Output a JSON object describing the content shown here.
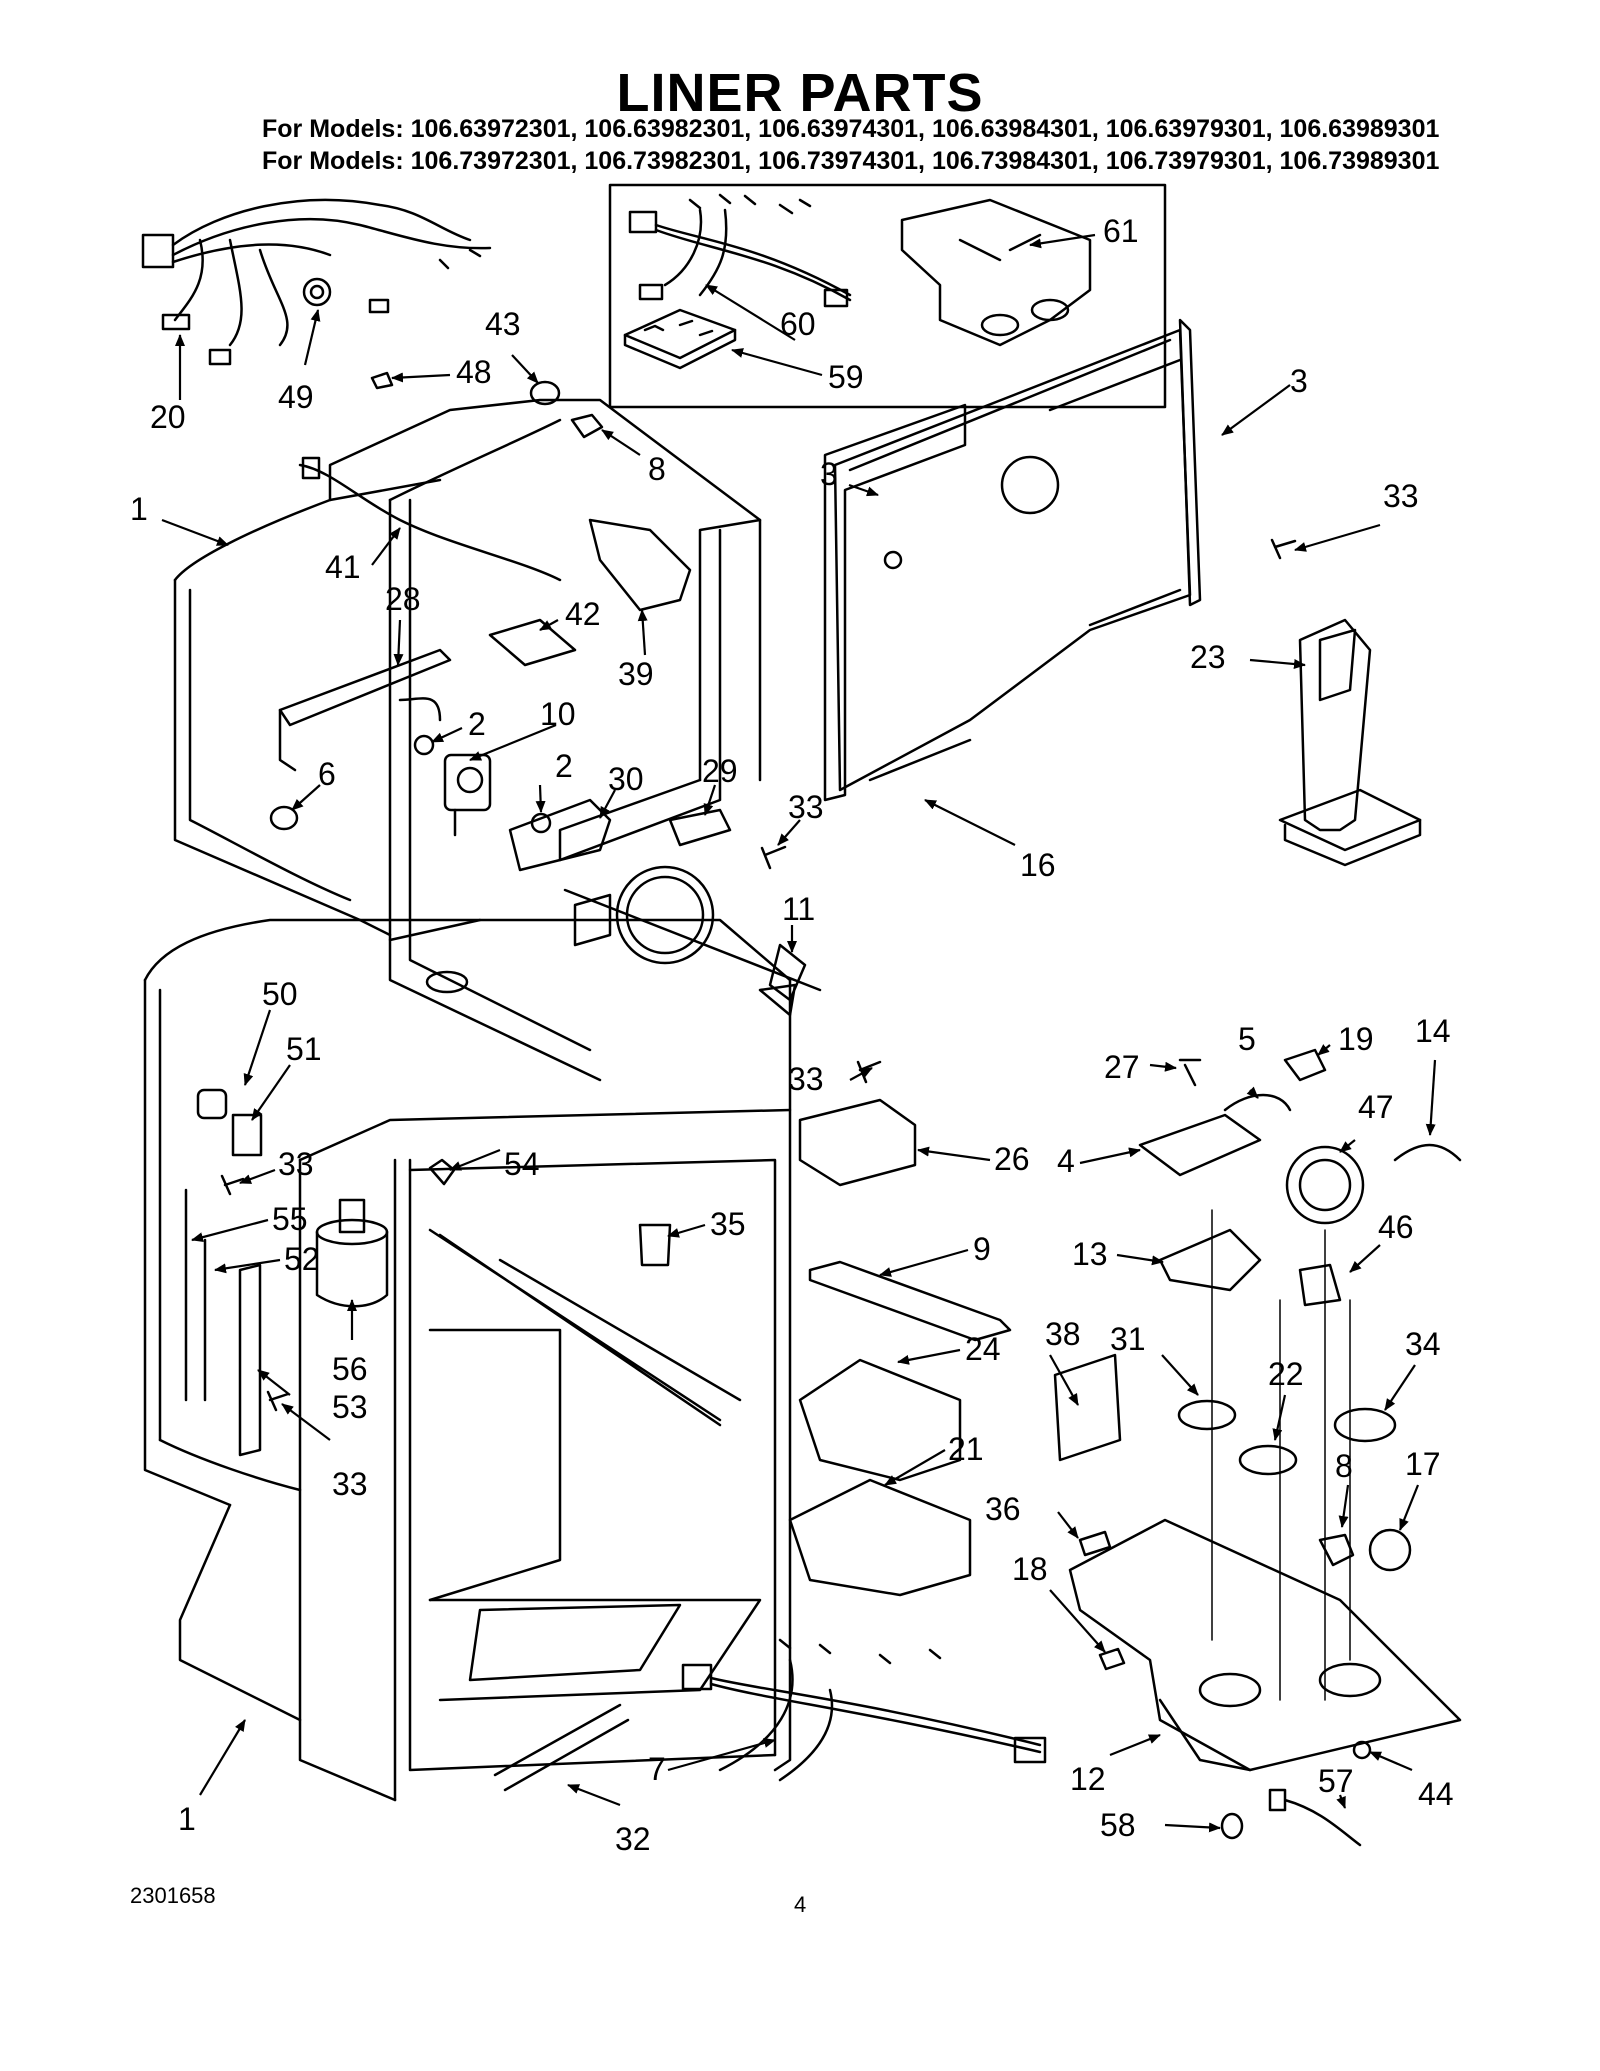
{
  "title": "LINER PARTS",
  "models_line_1": "For Models: 106.63972301, 106.63982301, 106.63974301, 106.63984301, 106.63979301, 106.63989301",
  "models_line_2": "For Models: 106.73972301, 106.73982301, 106.73974301, 106.73984301, 106.73979301, 106.73989301",
  "callouts": {
    "c20": "20",
    "c49": "49",
    "c43": "43",
    "c48": "48",
    "c8a": "8",
    "c1a": "1",
    "c41": "41",
    "c28": "28",
    "c42": "42",
    "c39": "39",
    "c2a": "2",
    "c10": "10",
    "c6": "6",
    "c2b": "2",
    "c30": "30",
    "c29": "29",
    "c33a": "33",
    "c11": "11",
    "c33b": "33",
    "c26": "26",
    "c50": "50",
    "c51": "51",
    "c33c": "33",
    "c54": "54",
    "c55": "55",
    "c52": "52",
    "c35": "35",
    "c56": "56",
    "c53": "53",
    "c33d": "33",
    "c9": "9",
    "c24": "24",
    "c38": "38",
    "c21": "21",
    "c1b": "1",
    "c7": "7",
    "c32": "32",
    "c60": "60",
    "c61": "61",
    "c59": "59",
    "c3a": "3",
    "c3b": "3",
    "c33e": "33",
    "c23": "23",
    "c16": "16",
    "c27": "27",
    "c5": "5",
    "c19": "19",
    "c14": "14",
    "c47": "47",
    "c4": "4",
    "c13": "13",
    "c46": "46",
    "c31": "31",
    "c22": "22",
    "c34": "34",
    "c8b": "8",
    "c17": "17",
    "c36": "36",
    "c18": "18",
    "c12": "12",
    "c44": "44",
    "c57": "57",
    "c58": "58"
  },
  "doc_number": "2301658",
  "page_number": "4"
}
